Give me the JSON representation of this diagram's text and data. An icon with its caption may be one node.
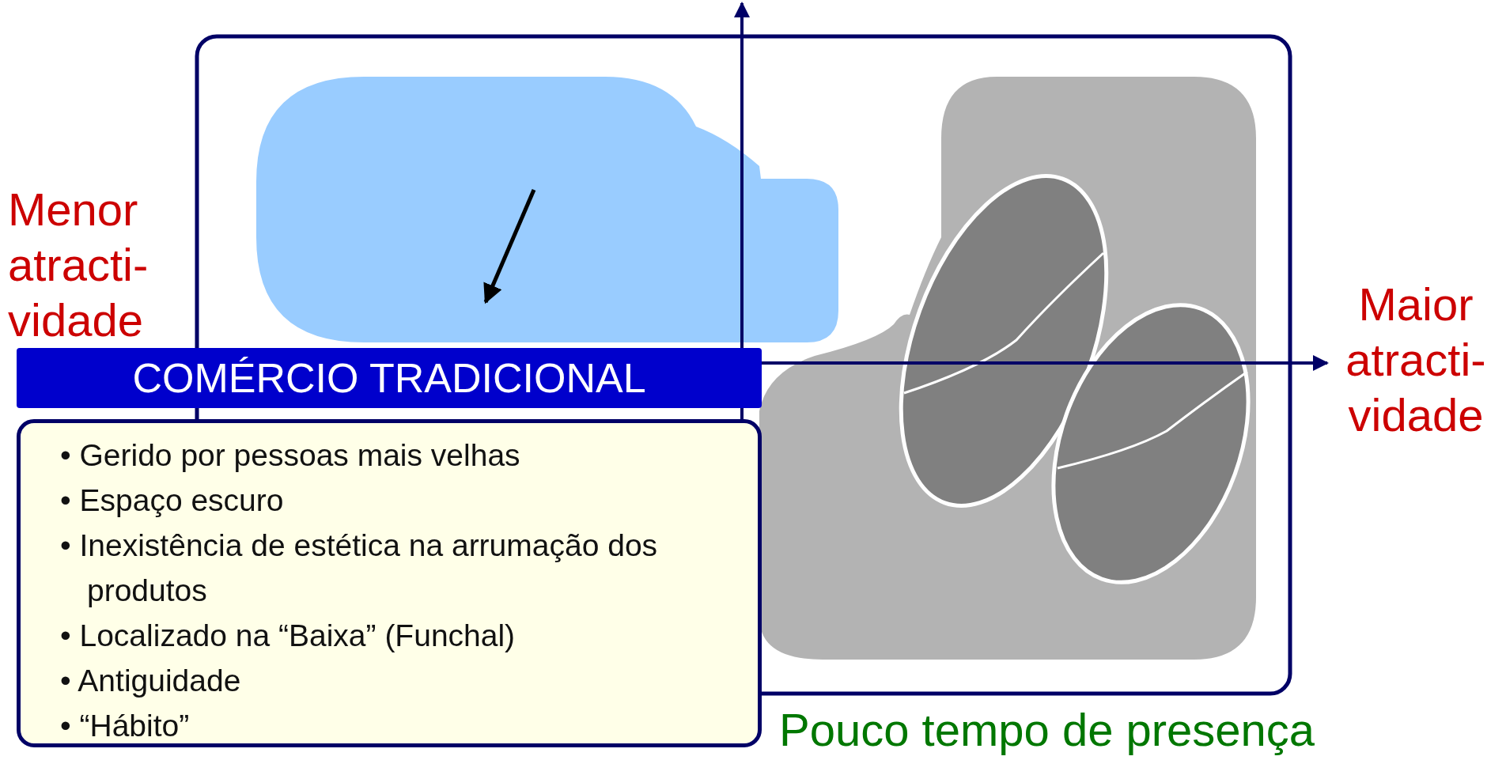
{
  "diagram": {
    "nodes": [
      {
        "text": [
          "COMÉRCIO TRADICIONAL"
        ]
      },
      {
        "text": [
          "• Gerido por pessoas mais velhas",
          "• Espaço escuro",
          "• Inexistência de estética na arrumação dos produtos",
          "• Localizado na “Baixa” (Funchal)",
          "• Antiguidade",
          "• “Hábito”"
        ]
      }
    ],
    "labels": [
      "Menor atracti- vidade",
      "Maior atracti- vidade",
      "Pouco tempo de presença"
    ]
  }
}
